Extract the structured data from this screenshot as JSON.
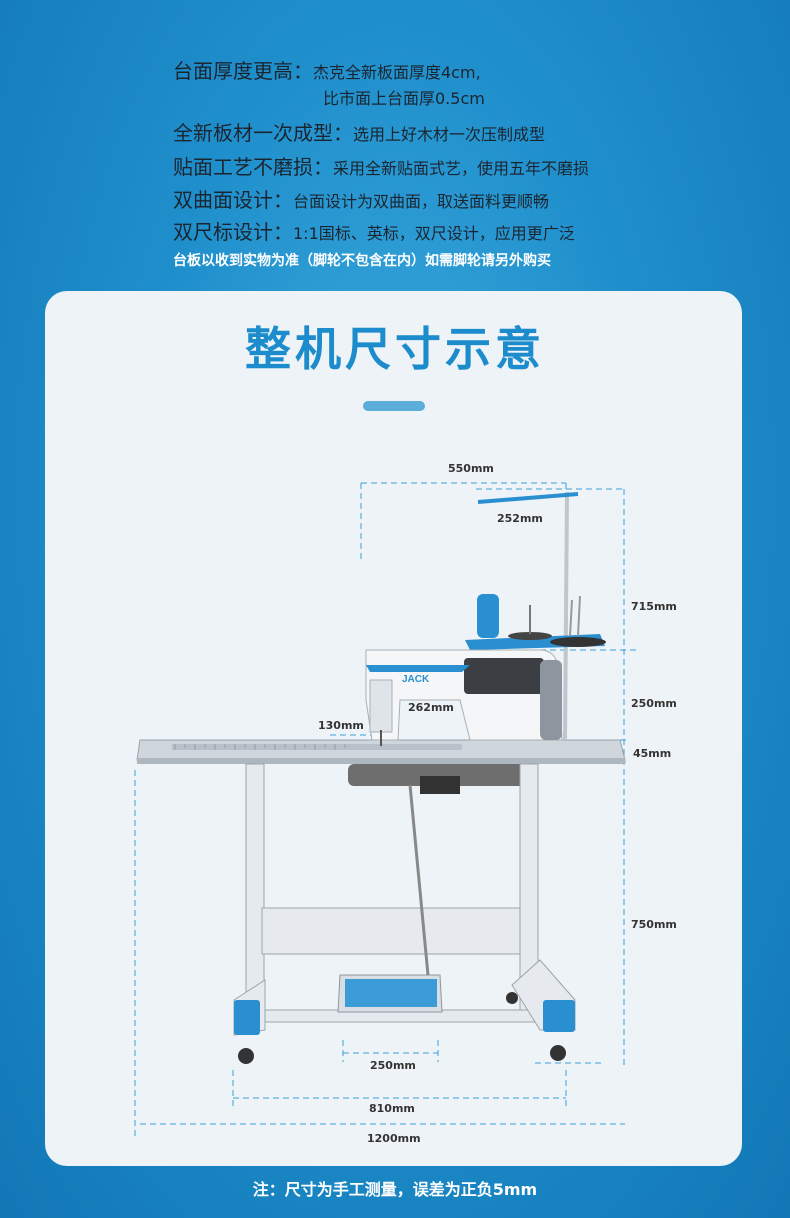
{
  "features": [
    {
      "key": "台面厚度更高：",
      "value": "杰克全新板面厚度4cm,"
    },
    {
      "key": "",
      "value": "比市面上台面厚0.5cm"
    },
    {
      "key": "全新板材一次成型：",
      "value": "选用上好木材一次压制成型"
    },
    {
      "key": "贴面工艺不磨损：",
      "value": "采用全新贴面式艺，使用五年不磨损"
    },
    {
      "key": "双曲面设计：",
      "value": "台面设计为双曲面，取送面料更顺畅"
    },
    {
      "key": "双尺标设计：",
      "value": "1:1国标、英标，双尺设计，应用更广泛"
    }
  ],
  "feature_note": "台板以收到实物为准（脚轮不包含在内）如需脚轮请另外购买",
  "card": {
    "title": "整机尺寸示意"
  },
  "machine": {
    "brand": "JACK"
  },
  "dimensions": {
    "thread_stand_width": "550mm",
    "thread_arm": "252mm",
    "stand_height": "715mm",
    "head_height": "250mm",
    "table_thickness": "45mm",
    "head_length": "262mm",
    "arm_depth": "130mm",
    "leg_height": "750mm",
    "pedal_width": "250mm",
    "frame_width": "810mm",
    "table_width": "1200mm"
  },
  "footer_note": "注：尺寸为手工测量，误差为正负5mm",
  "colors": {
    "background": "#1f8fcc",
    "card": "#eef3f7",
    "title": "#1c8ccd",
    "accent_blue": "#2a8fd0"
  }
}
